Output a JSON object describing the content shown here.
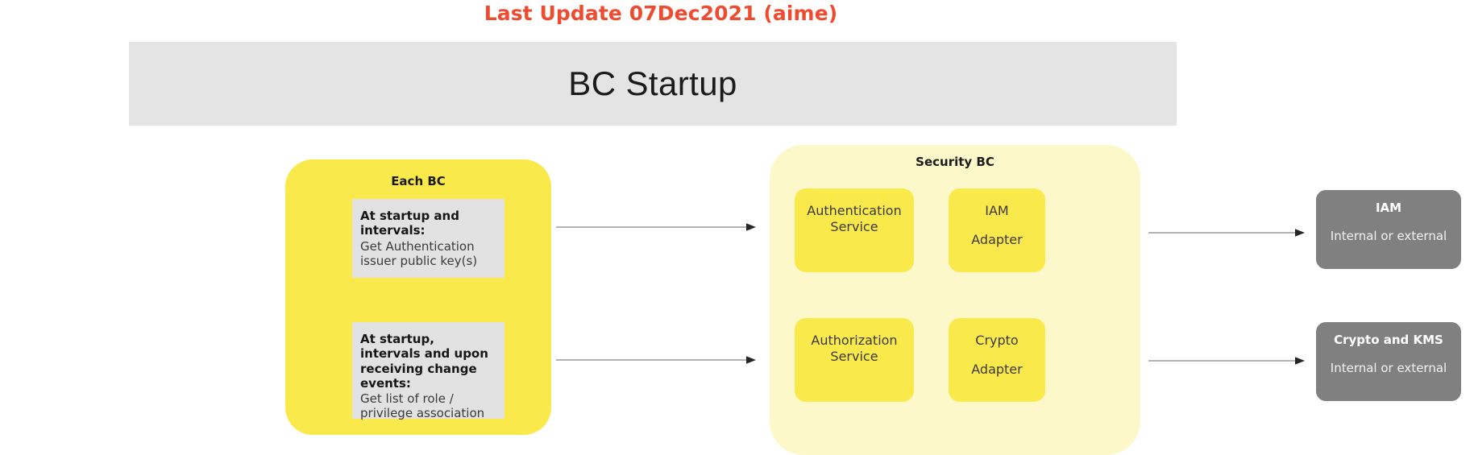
{
  "header": {
    "last_update": "Last Update 07Dec2021 (aime)",
    "diagram_title": "BC Startup"
  },
  "colors": {
    "accent_red": "#EF4B30",
    "header_bar_grey": "#E4E4E4",
    "bright_yellow": "#FAE94B",
    "pale_yellow": "#FDF8C9",
    "note_grey": "#E2E2E2",
    "external_grey": "#808080",
    "arrow_grey": "#9a9a9a"
  },
  "each_bc": {
    "title": "Each BC",
    "notes": [
      {
        "label": "At startup and intervals:",
        "body": "Get Authentication issuer public key(s)"
      },
      {
        "label": "At startup, intervals and upon receiving change events:",
        "body": "Get list of role / privilege association"
      }
    ]
  },
  "security_bc": {
    "title": "Security BC",
    "services": [
      {
        "line1": "Authentication",
        "line2": "Service"
      },
      {
        "line1": "IAM",
        "line2": "Adapter"
      },
      {
        "line1": "Authorization",
        "line2": "Service"
      },
      {
        "line1": "Crypto",
        "line2": "Adapter"
      }
    ]
  },
  "external_systems": [
    {
      "title": "IAM",
      "subtitle": "Internal or external"
    },
    {
      "title": "Crypto and KMS",
      "subtitle": "Internal or external"
    }
  ],
  "arrows": [
    {
      "name": "eachbc-to-authentication"
    },
    {
      "name": "eachbc-to-authorization"
    },
    {
      "name": "iam-adapter-to-iam"
    },
    {
      "name": "crypto-adapter-to-crypto-kms"
    }
  ]
}
